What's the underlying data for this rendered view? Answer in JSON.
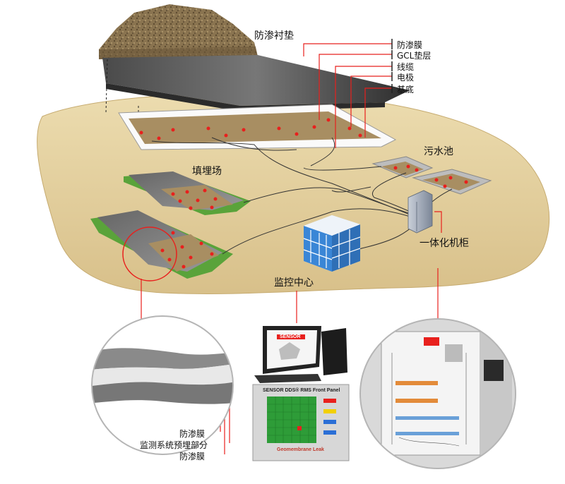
{
  "labels": {
    "liner_title": "防渗衬垫",
    "layer_membrane": "防渗膜",
    "layer_gcl": "GCL垫层",
    "layer_cable": "线缆",
    "layer_electrode": "电极",
    "layer_base": "基底",
    "sewage_pool": "污水池",
    "landfill": "填埋场",
    "cabinet": "一体化机柜",
    "monitor_center": "监控中心",
    "detail_membrane_top": "防渗膜",
    "detail_embedded": "监测系统预埋部分",
    "detail_membrane_bottom": "防渗膜"
  },
  "monitor": {
    "brand": "SENSOR",
    "panel_title": "SENSOR DDS® RMS Front Panel",
    "panel_footer": "Geomembrane Leak"
  },
  "colors": {
    "ground": "#e7d6a6",
    "grass": "#5aa33a",
    "electrode": "#e8201d",
    "building": "#3a86d6",
    "screen_green": "#2e9c38"
  },
  "icons": {
    "building": "building-icon",
    "computer": "computer-icon",
    "cabinet": "server-cabinet-icon",
    "magnifier": "magnifier-circle-icon"
  }
}
